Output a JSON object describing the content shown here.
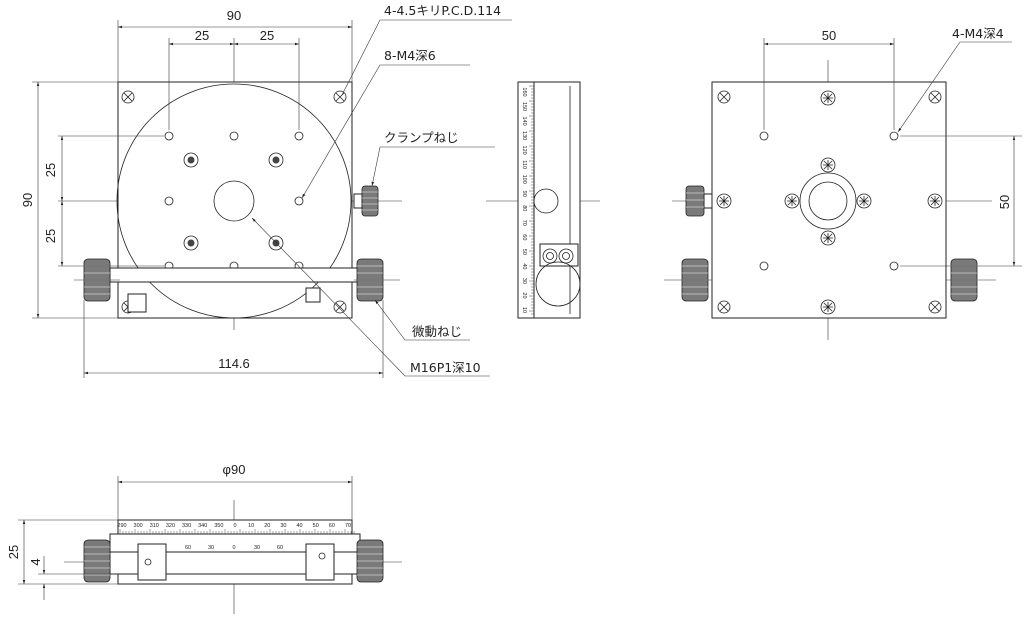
{
  "dimensions": {
    "top_width": "90",
    "hole_spacing_left": "25",
    "hole_spacing_right": "25",
    "left_upper": "25",
    "left_height": "90",
    "left_lower": "25",
    "overall_width": "114.6",
    "right_spacing": "50",
    "right_height": "50",
    "front_diameter": "φ90",
    "front_height": "25",
    "front_base": "4"
  },
  "callouts": {
    "pcd_holes": "4-4.5キリP.C.D.114",
    "tapped_holes": "8-M4深6",
    "clamp_screw": "クランプねじ",
    "fine_screw": "微動ねじ",
    "center_thread": "M16P1深10",
    "right_tapped": "4-M4深4"
  },
  "scales": {
    "front_upper": [
      "290",
      "300",
      "310",
      "320",
      "330",
      "340",
      "350",
      "0",
      "10",
      "20",
      "30",
      "40",
      "50",
      "60",
      "70"
    ],
    "front_lower": [
      "60",
      "30",
      "0",
      "30",
      "60"
    ],
    "side": [
      "160",
      "150",
      "140",
      "130",
      "120",
      "110",
      "100",
      "90",
      "80",
      "70",
      "60",
      "50",
      "40",
      "30",
      "20",
      "10"
    ]
  },
  "icons": {
    "knob": "knurled-knob-icon",
    "hole": "hole-icon",
    "tapped": "tapped-hole-icon"
  }
}
